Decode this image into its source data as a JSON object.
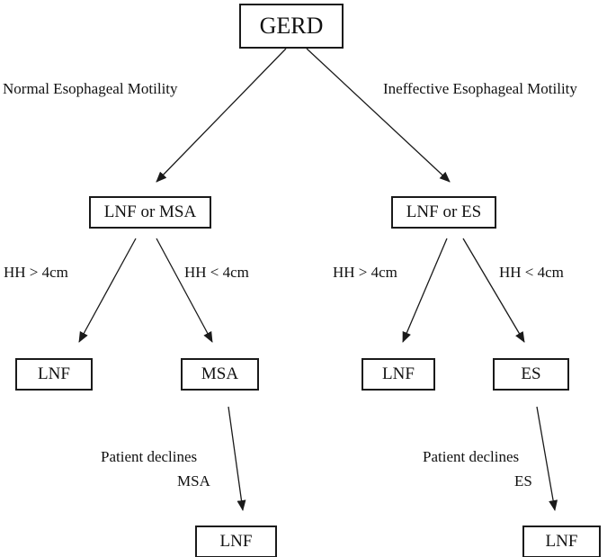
{
  "diagram": {
    "nodes": {
      "root": "GERD",
      "left_mid": "LNF or MSA",
      "right_mid": "LNF or ES",
      "left_leaf_1": "LNF",
      "left_leaf_2": "MSA",
      "right_leaf_1": "LNF",
      "right_leaf_2": "ES",
      "left_final": "LNF",
      "right_final": "LNF"
    },
    "edge_labels": {
      "root_to_left": "Normal Esophageal Motility",
      "root_to_right": "Ineffective Esophageal Motility",
      "left_hh_gt": "HH > 4cm",
      "left_hh_lt": "HH < 4cm",
      "right_hh_gt": "HH > 4cm",
      "right_hh_lt": "HH < 4cm",
      "left_decline_line1": "Patient declines",
      "left_decline_line2": "MSA",
      "right_decline_line1": "Patient declines",
      "right_decline_line2": "ES"
    },
    "colors": {
      "stroke": "#1a1a1a",
      "background": "#ffffff"
    }
  }
}
